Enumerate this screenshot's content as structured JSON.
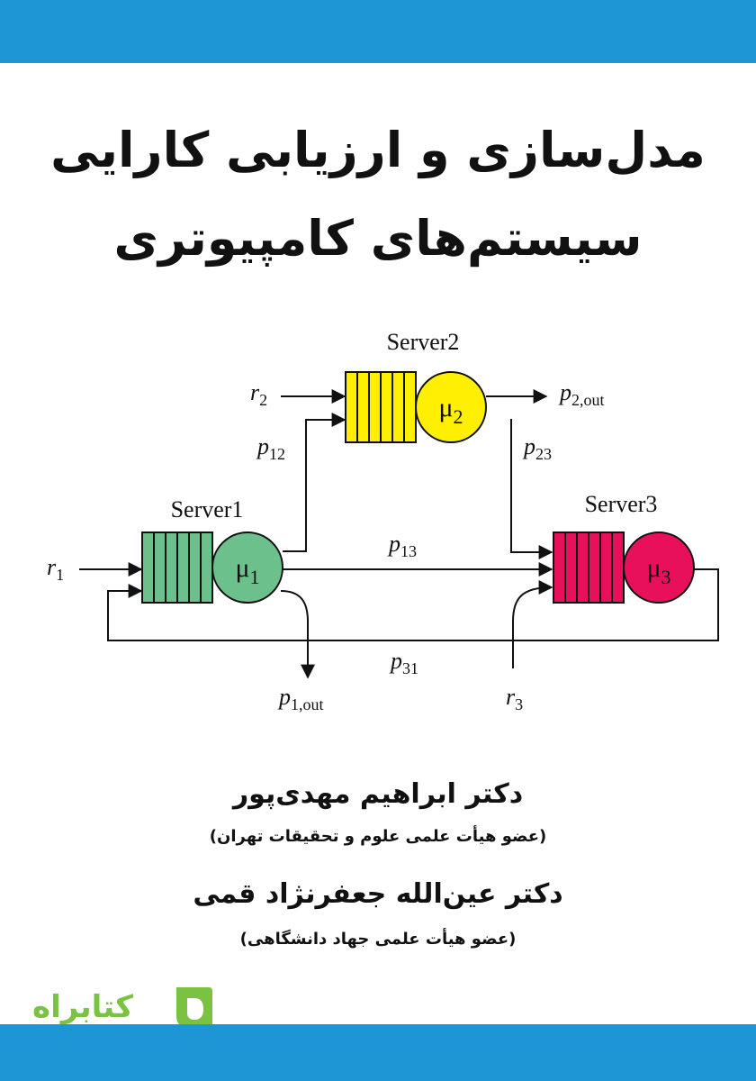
{
  "colors": {
    "band": "#1e96d6",
    "server1": "#6cc08b",
    "server2": "#ffef00",
    "server3": "#e8105a",
    "logo": "#7cc242"
  },
  "title": {
    "line1": "مدل‌سازی و ارزیابی کارایی",
    "line2": "سیستم‌های کامپیوتری"
  },
  "diagram": {
    "server1": {
      "label": "Server1",
      "mu": "μ",
      "mu_sub": "1"
    },
    "server2": {
      "label": "Server2",
      "mu": "μ",
      "mu_sub": "2"
    },
    "server3": {
      "label": "Server3",
      "mu": "μ",
      "mu_sub": "3"
    },
    "labels": {
      "r1": {
        "main": "r",
        "sub": "1"
      },
      "r2": {
        "main": "r",
        "sub": "2"
      },
      "r3": {
        "main": "r",
        "sub": "3"
      },
      "p12": {
        "main": "p",
        "sub": "12"
      },
      "p13": {
        "main": "p",
        "sub": "13"
      },
      "p23": {
        "main": "p",
        "sub": "23"
      },
      "p31": {
        "main": "p",
        "sub": "31"
      },
      "p1out": {
        "main": "p",
        "sub": "1,out"
      },
      "p2out": {
        "main": "p",
        "sub": "2,out"
      }
    }
  },
  "authors": [
    {
      "name": "دکتر ابراهیم مهدی‌پور",
      "affiliation": "(عضو هیأت علمی علوم و تحقیقات تهران)"
    },
    {
      "name": "دکتر عین‌الله جعفرنژاد قمی",
      "affiliation": "(عضو هیأت علمی جهاد دانشگاهی)"
    }
  ],
  "logo": {
    "text": "کتابراه",
    "icon": "ketabrah-logo-icon"
  }
}
